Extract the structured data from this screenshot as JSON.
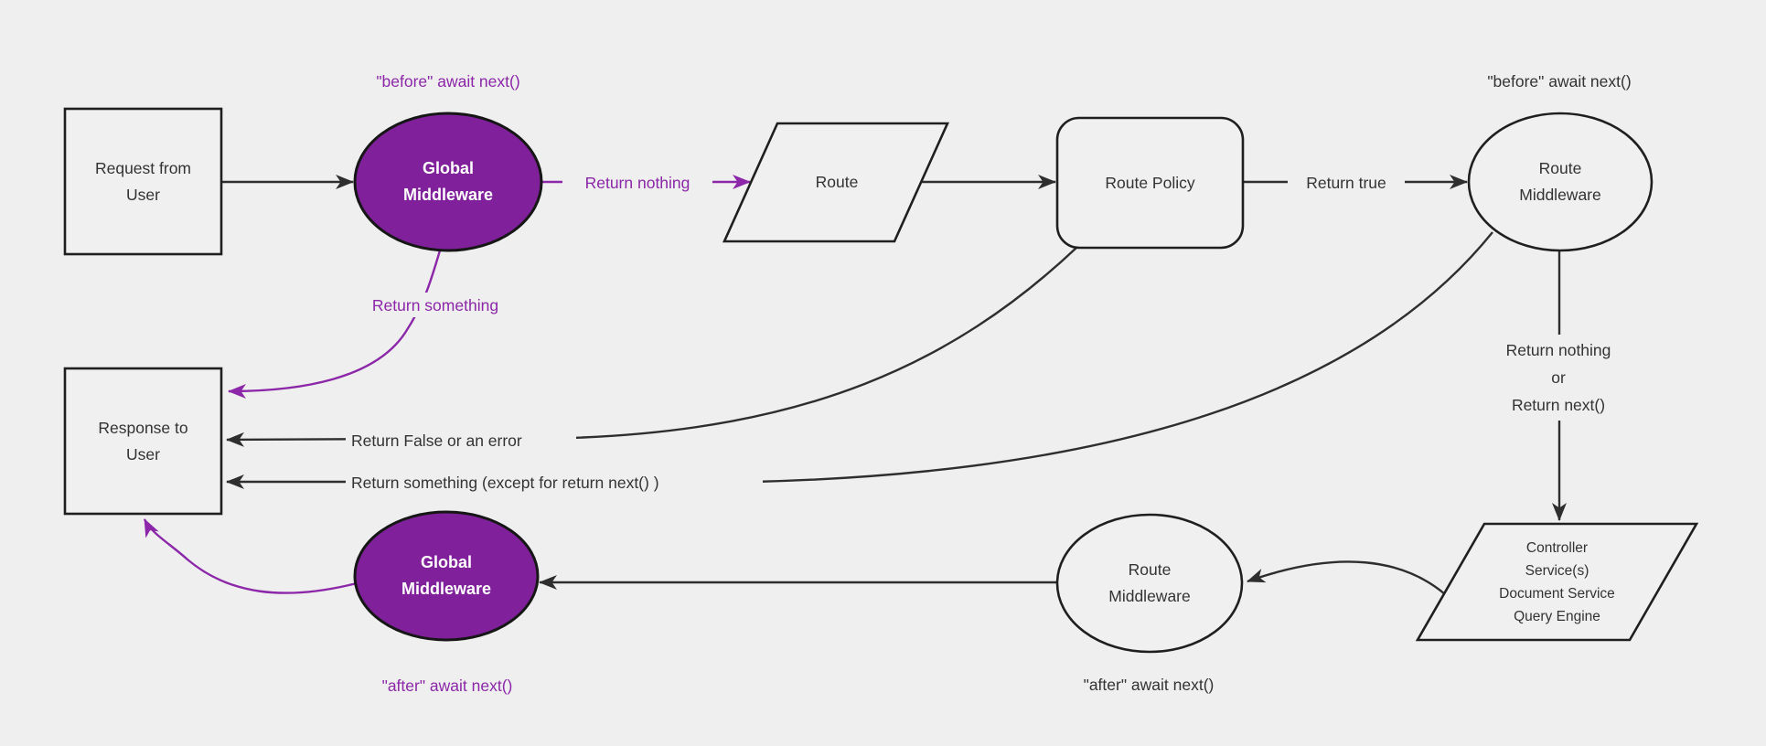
{
  "diagram": {
    "background": "#efefef",
    "colors": {
      "node_fill": "#f0f0f0",
      "node_border": "#1f1f1f",
      "line_black": "#2e2e2e",
      "line_purple": "#8b27a8",
      "purple_fill": "#80219b",
      "text_dark": "#333333",
      "text_purple": "#8b27a8",
      "text_on_purple": "#ffffff"
    },
    "nodes": {
      "request": {
        "label": "Request from\nUser"
      },
      "global_middleware_top": {
        "label": "Global\nMiddleware"
      },
      "route": {
        "label": "Route"
      },
      "route_policy": {
        "label": "Route Policy"
      },
      "route_middleware_top": {
        "label": "Route\nMiddleware"
      },
      "controller": {
        "label": "Controller\nService(s)\nDocument Service\nQuery Engine"
      },
      "route_middleware_bottom": {
        "label": "Route\nMiddleware"
      },
      "global_middleware_bottom": {
        "label": "Global\nMiddleware"
      },
      "response": {
        "label": "Response to\nUser"
      }
    },
    "edge_labels": {
      "before_global": "\"before\" await next()",
      "return_nothing": "Return nothing",
      "return_true": "Return true",
      "before_route": "\"before\" await next()",
      "return_something": "Return something",
      "return_nothing_or_next": "Return nothing\nor\nReturn next()",
      "return_false_error": "Return False or an error",
      "return_something_except": "Return something (except for return next() )",
      "after_route": "\"after\" await next()",
      "after_global": "\"after\" await next()"
    }
  }
}
